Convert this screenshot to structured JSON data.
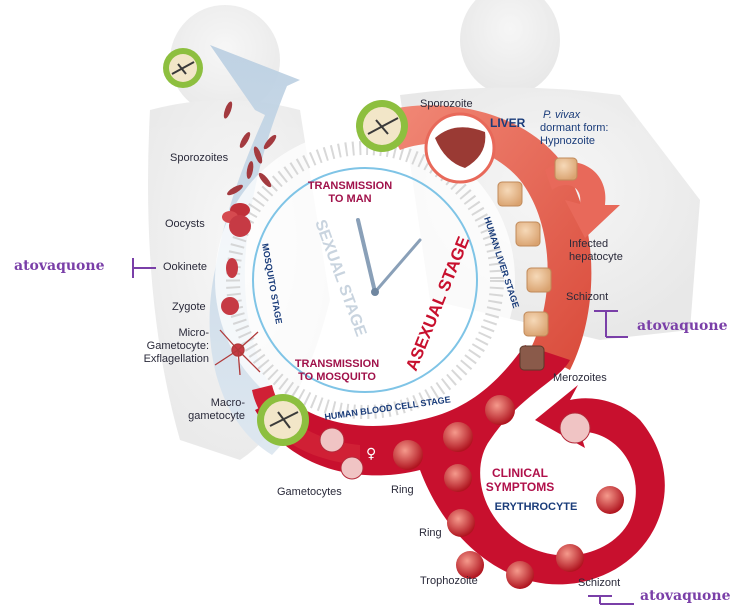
{
  "drug_labels": [
    "atovaquone",
    "atovaquone",
    "atovaquone"
  ],
  "labels": {
    "sporozoites": "Sporozoites",
    "oocysts": "Oocysts",
    "ookinete": "Ookinete",
    "zygote": "Zygote",
    "micro_gametocyte": [
      "Micro-",
      "Gametocyte:",
      "Exflagellation"
    ],
    "macro_gametocyte": [
      "Macro-",
      "gametocyte"
    ],
    "sporozoite": "Sporozoite",
    "liver": "LIVER",
    "p_vivax": "P. vivax",
    "dormant_form": [
      "dormant form:",
      "Hypnozoite"
    ],
    "infected_hepatocyte": [
      "Infected",
      "hepatocyte"
    ],
    "schizont_liver": "Schizont",
    "merozoites": "Merozoites",
    "gametocytes": "Gametocytes",
    "ring_bottom": "Ring",
    "ring_lower": "Ring",
    "trophozoite": "Trophozoite",
    "schizont_blood": "Schizont",
    "clinical_symptoms": [
      "CLINICAL",
      "SYMPTOMS"
    ],
    "erythrocyte": "ERYTHROCYTE"
  },
  "ring_labels": {
    "transmission_to_man": [
      "TRANSMISSION",
      "TO MAN"
    ],
    "transmission_to_mosquito": [
      "TRANSMISSION",
      "TO MOSQUITO"
    ],
    "sexual_stage": "SEXUAL STAGE",
    "asexual_stage": "ASEXUAL STAGE",
    "mosquito_stage": "MOSQUITO STAGE",
    "human_liver_stage": "HUMAN LIVER STAGE",
    "human_blood_cell_stage": "HUMAN BLOOD CELL STAGE"
  },
  "colors": {
    "mosquito_arrow": "#c9d8e6",
    "liver_arrow": "#e8695a",
    "blood_arrow": "#c8102e",
    "drug_text": "#7a3fa8",
    "ring_text": "#a0114a"
  }
}
